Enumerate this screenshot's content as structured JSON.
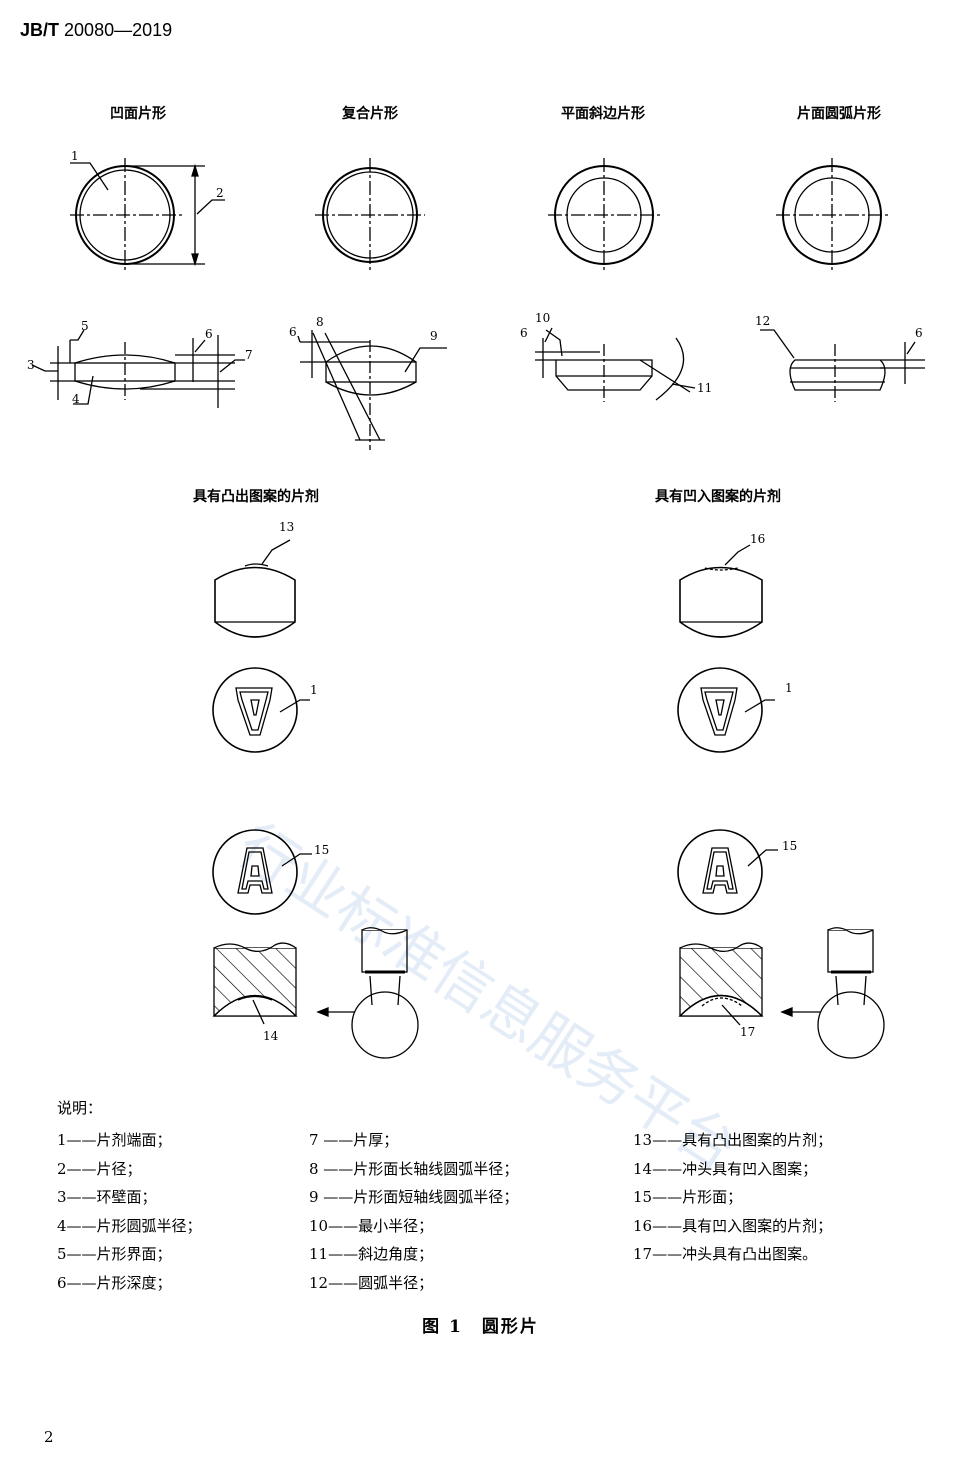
{
  "header": {
    "standard": "JB/T",
    "number": "20080—2019"
  },
  "shapes": {
    "concave": "凹面片形",
    "compound": "复合片形",
    "bevel": "平面斜边片形",
    "arc": "片面圆弧片形",
    "embossed": "具有凸出图案的片剂",
    "debossed": "具有凹入图案的片剂"
  },
  "callouts": [
    "1",
    "2",
    "3",
    "4",
    "5",
    "6",
    "7",
    "8",
    "9",
    "10",
    "11",
    "12",
    "13",
    "14",
    "15",
    "16",
    "17"
  ],
  "legend": {
    "title": "说明：",
    "col1": [
      "1——片剂端面；",
      "2——片径；",
      "3——环壁面；",
      "4——片形圆弧半径；",
      "5——片形界面；",
      "6——片形深度；"
    ],
    "col2": [
      "7 ——片厚；",
      "8 ——片形面长轴线圆弧半径；",
      "9 ——片形面短轴线圆弧半径；",
      "10——最小半径；",
      "11——斜边角度；",
      "12——圆弧半径；"
    ],
    "col3": [
      "13——具有凸出图案的片剂；",
      "14——冲头具有凹入图案；",
      "15——片形面；",
      "16——具有凹入图案的片剂；",
      "17——冲头具有凸出图案。"
    ]
  },
  "caption": "图 1　圆形片",
  "page_number": "2",
  "watermark": "行业标准信息服务平台"
}
